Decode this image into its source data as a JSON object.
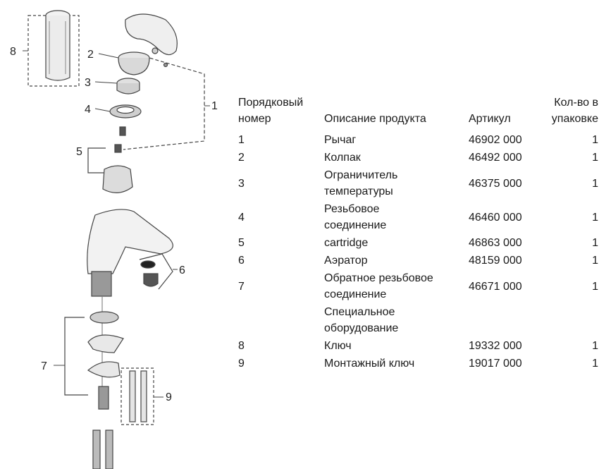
{
  "callouts": [
    "1",
    "2",
    "3",
    "4",
    "5",
    "6",
    "7",
    "8",
    "9"
  ],
  "table": {
    "headers": {
      "num": [
        "Порядковый",
        "номер"
      ],
      "desc": [
        "Описание продукта"
      ],
      "art": [
        "Артикул"
      ],
      "qty": [
        "Кол-во в",
        "упаковке"
      ]
    },
    "rows": [
      {
        "num": "1",
        "desc": [
          "Рычаг"
        ],
        "art": "46902 000",
        "qty": "1"
      },
      {
        "num": "2",
        "desc": [
          "Колпак"
        ],
        "art": "46492 000",
        "qty": "1"
      },
      {
        "num": "3",
        "desc": [
          "Ограничитель",
          "температуры"
        ],
        "art": "46375 000",
        "qty": "1"
      },
      {
        "num": "4",
        "desc": [
          "Резьбовое",
          "соединение"
        ],
        "art": "46460 000",
        "qty": "1"
      },
      {
        "num": "5",
        "desc": [
          "cartridge"
        ],
        "art": "46863 000",
        "qty": "1"
      },
      {
        "num": "6",
        "desc": [
          "Аэратор"
        ],
        "art": "48159 000",
        "qty": "1"
      },
      {
        "num": "7",
        "desc": [
          "Обратное резьбовое",
          "соединение"
        ],
        "art": "46671 000",
        "qty": "1"
      },
      {
        "num": "",
        "desc": [
          "Специальное",
          "оборудование"
        ],
        "art": "",
        "qty": ""
      },
      {
        "num": "8",
        "desc": [
          "Ключ"
        ],
        "art": "19332 000",
        "qty": "1"
      },
      {
        "num": "9",
        "desc": [
          "Монтажный ключ"
        ],
        "art": "19017 000",
        "qty": "1"
      }
    ]
  }
}
